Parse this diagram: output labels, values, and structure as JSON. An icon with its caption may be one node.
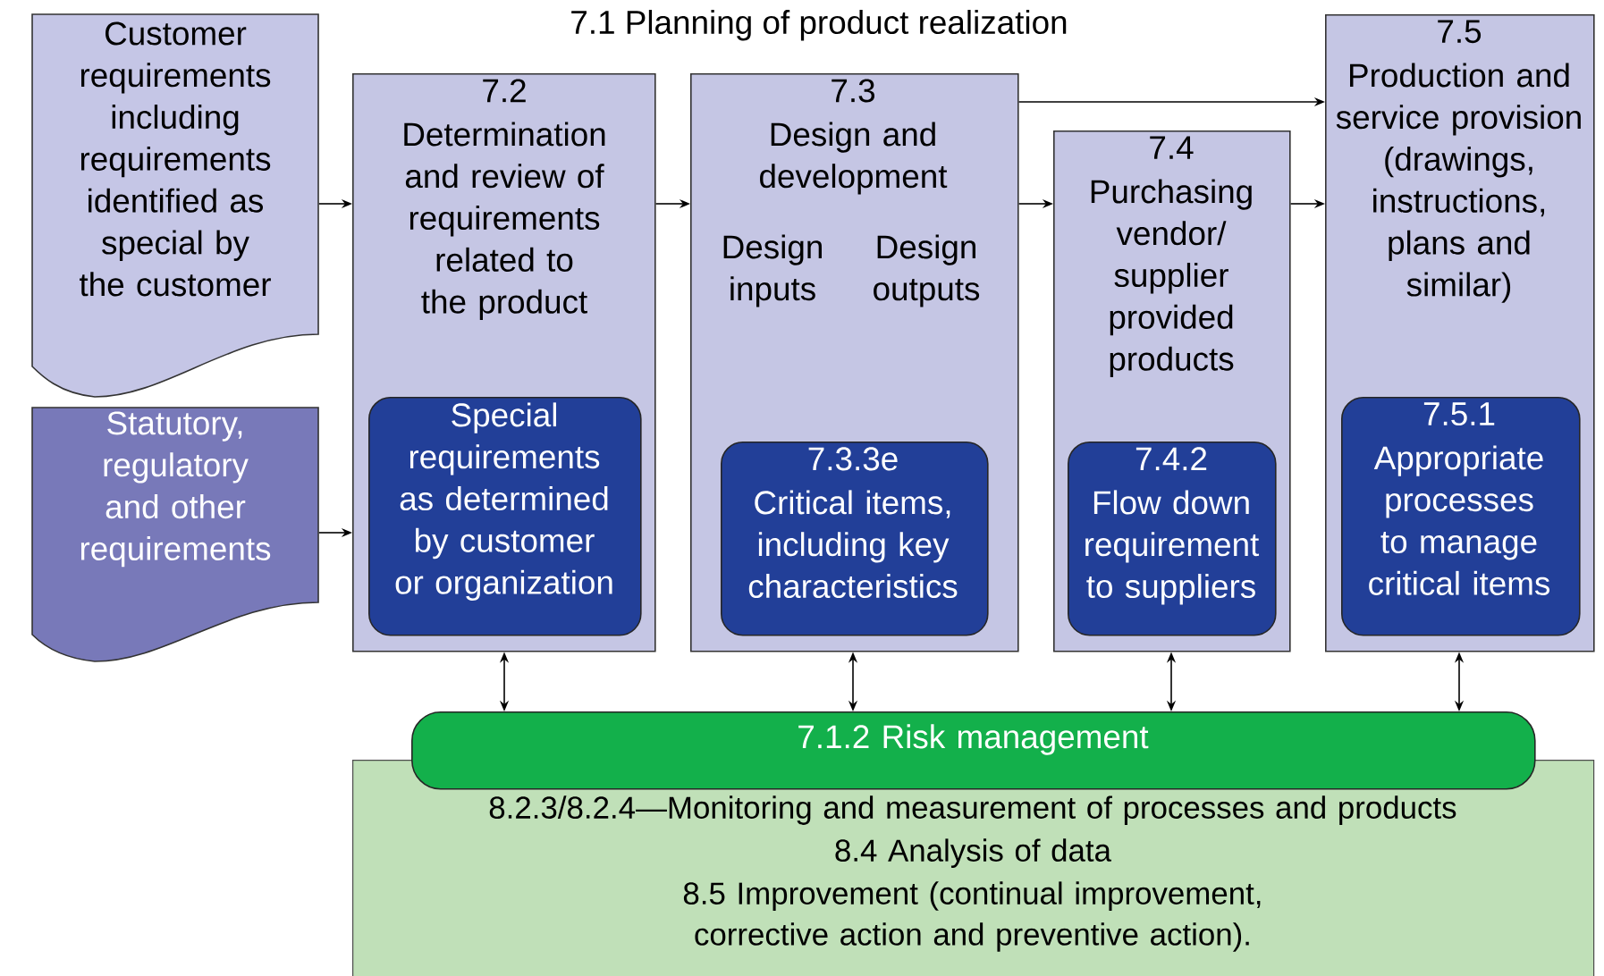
{
  "diagram": {
    "title": "7.1 Planning of product realization",
    "nodes": [
      {
        "text": [
          "Customer requirements including requirements identified as special by the customer"
        ]
      },
      {
        "text": [
          "Statutory, regulatory and other requirements"
        ]
      },
      {
        "text": [
          "7.2",
          "Determination and review of requirements related to the product"
        ]
      },
      {
        "text": [
          "Special requirements as determined by customer or organization"
        ],
        "in": 2
      },
      {
        "text": [
          "7.3",
          "Design and development",
          "Design inputs",
          "Design outputs"
        ]
      },
      {
        "text": [
          "7.3.3e",
          "Critical items, including key characteristics"
        ],
        "in": 4
      },
      {
        "text": [
          "7.4",
          "Purchasing vendor/ supplier provided products"
        ]
      },
      {
        "text": [
          "7.4.2",
          "Flow down requirement to suppliers"
        ],
        "in": 6
      },
      {
        "text": [
          "7.5",
          "Production and service provision (drawings, instructions, plans and similar)"
        ]
      },
      {
        "text": [
          "7.5.1",
          "Appropriate processes to manage critical items"
        ],
        "in": 8
      },
      {
        "text": [
          "7.1.2 Risk management"
        ]
      },
      {
        "text": [
          "8.2.3/8.2.4—Monitoring and measurement of processes and products",
          "8.4 Analysis of data",
          "8.5 Improvement (continual improvement, corrective action and preventive action)."
        ]
      }
    ],
    "edges": [
      {
        "from": 0,
        "to": 2,
        "arrow": "to"
      },
      {
        "from": 1,
        "to": 2,
        "arrow": "to"
      },
      {
        "from": 2,
        "to": 4,
        "arrow": "to"
      },
      {
        "from": 4,
        "to": 6,
        "arrow": "to"
      },
      {
        "from": 4,
        "to": 8,
        "arrow": "to"
      },
      {
        "from": 6,
        "to": 8,
        "arrow": "to"
      },
      {
        "from": 2,
        "to": 10,
        "arrow": "both"
      },
      {
        "from": 4,
        "to": 10,
        "arrow": "both"
      },
      {
        "from": 6,
        "to": 10,
        "arrow": "both"
      },
      {
        "from": 8,
        "to": 10,
        "arrow": "both"
      }
    ]
  }
}
